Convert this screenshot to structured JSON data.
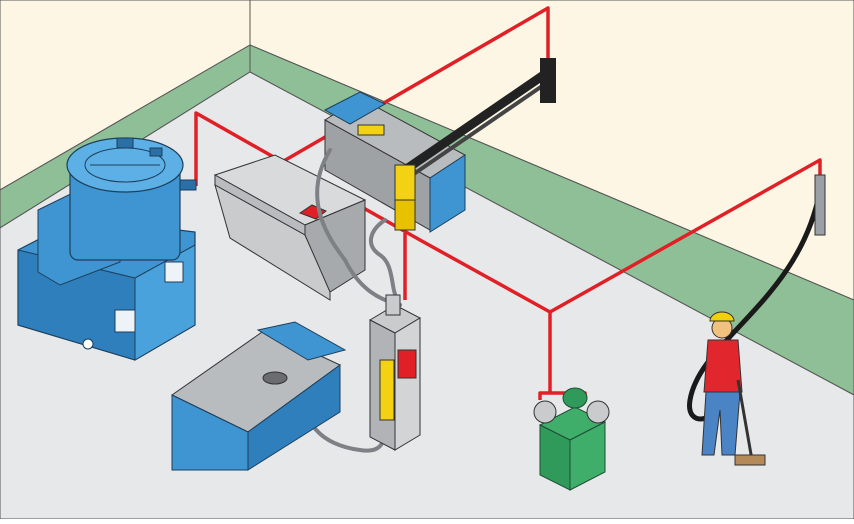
{
  "scene": {
    "description_visible_text": "",
    "colors": {
      "wall": "#fdf6e4",
      "wall_base_green": "#8fbf96",
      "floor": "#e6e8ea",
      "duct_red": "#e02026",
      "machine_blue": "#3f95d1",
      "machine_blue_dark": "#2a6fa5",
      "steel_gray": "#b9bcbf",
      "yellow_arm": "#f3d214",
      "grinder_green": "#2f9a5a",
      "worker_shirt": "#e2262e",
      "worker_pants": "#4b84c4",
      "hard_hat": "#f2d10c"
    },
    "components": [
      "dust-collector",
      "central-vacuum-ducting",
      "extraction-arm",
      "workbench-upper",
      "workbench-lower",
      "vacuum-unit",
      "bench-grinder",
      "worker-with-floor-tool"
    ]
  }
}
